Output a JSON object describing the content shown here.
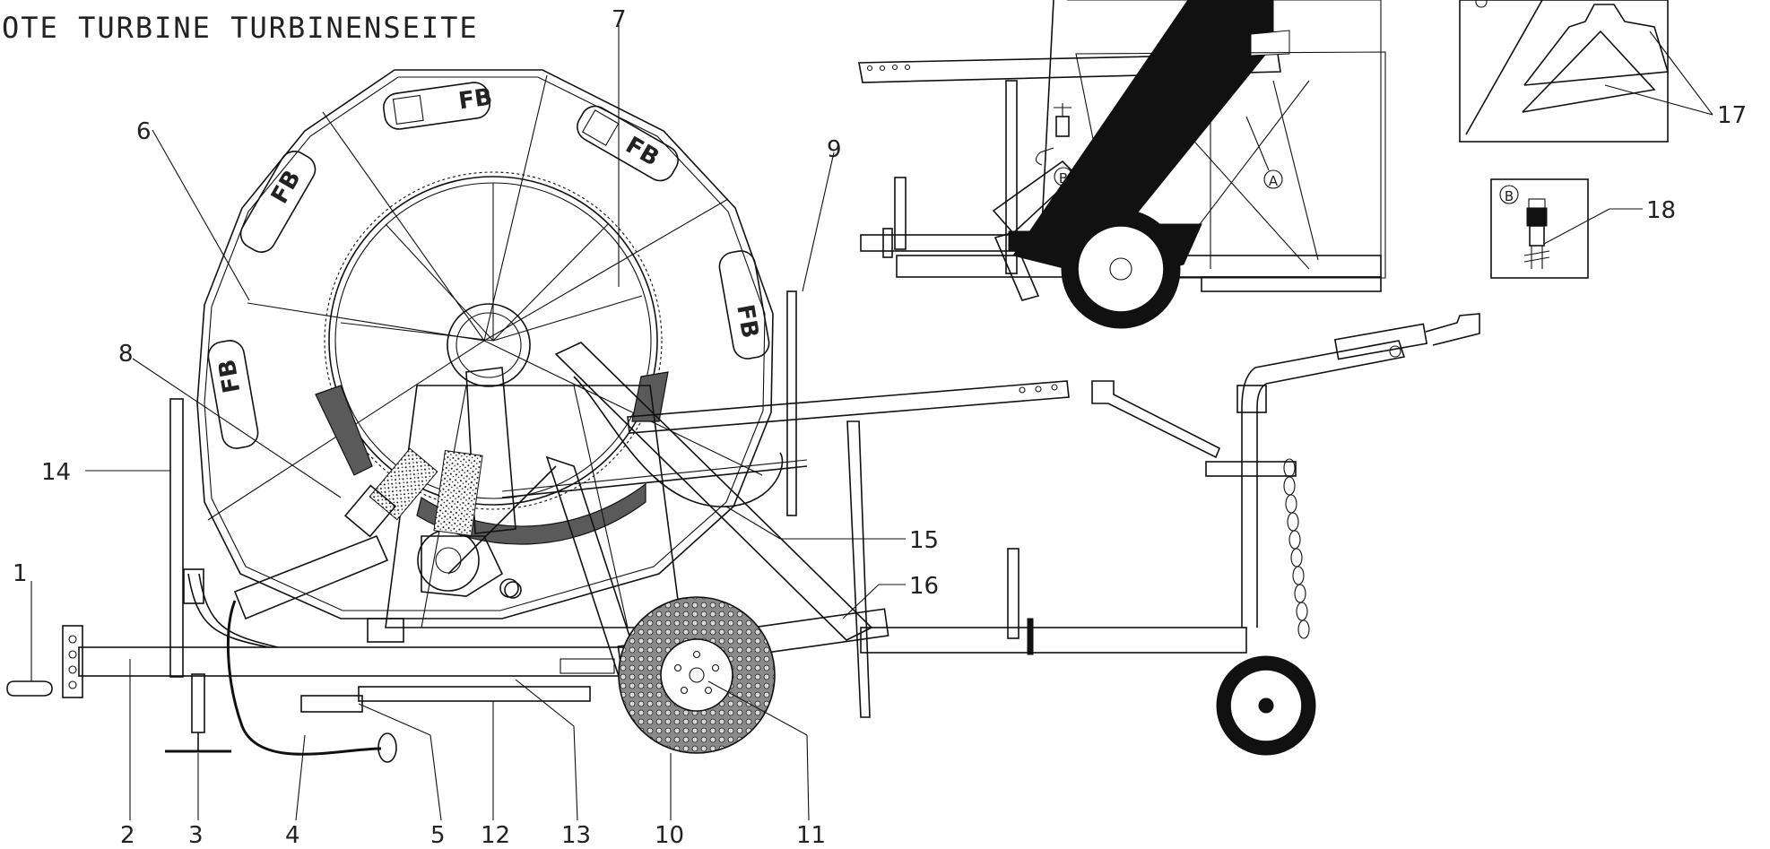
{
  "title": "OTE TURBINE  TURBINENSEITE",
  "callouts": [
    {
      "id": "c1",
      "text": "1"
    },
    {
      "id": "c2",
      "text": "2"
    },
    {
      "id": "c3",
      "text": "3"
    },
    {
      "id": "c4",
      "text": "4"
    },
    {
      "id": "c5",
      "text": "5"
    },
    {
      "id": "c6",
      "text": "6"
    },
    {
      "id": "c7",
      "text": "7"
    },
    {
      "id": "c8",
      "text": "8"
    },
    {
      "id": "c9",
      "text": "9"
    },
    {
      "id": "c10",
      "text": "10"
    },
    {
      "id": "c11",
      "text": "11"
    },
    {
      "id": "c12",
      "text": "12"
    },
    {
      "id": "c13",
      "text": "13"
    },
    {
      "id": "c14",
      "text": "14"
    },
    {
      "id": "c15",
      "text": "15"
    },
    {
      "id": "c16",
      "text": "16"
    },
    {
      "id": "c17",
      "text": "17"
    },
    {
      "id": "c18",
      "text": "18"
    }
  ],
  "detail_markers": {
    "a": "A",
    "b": "B"
  },
  "logo_text": "FB"
}
